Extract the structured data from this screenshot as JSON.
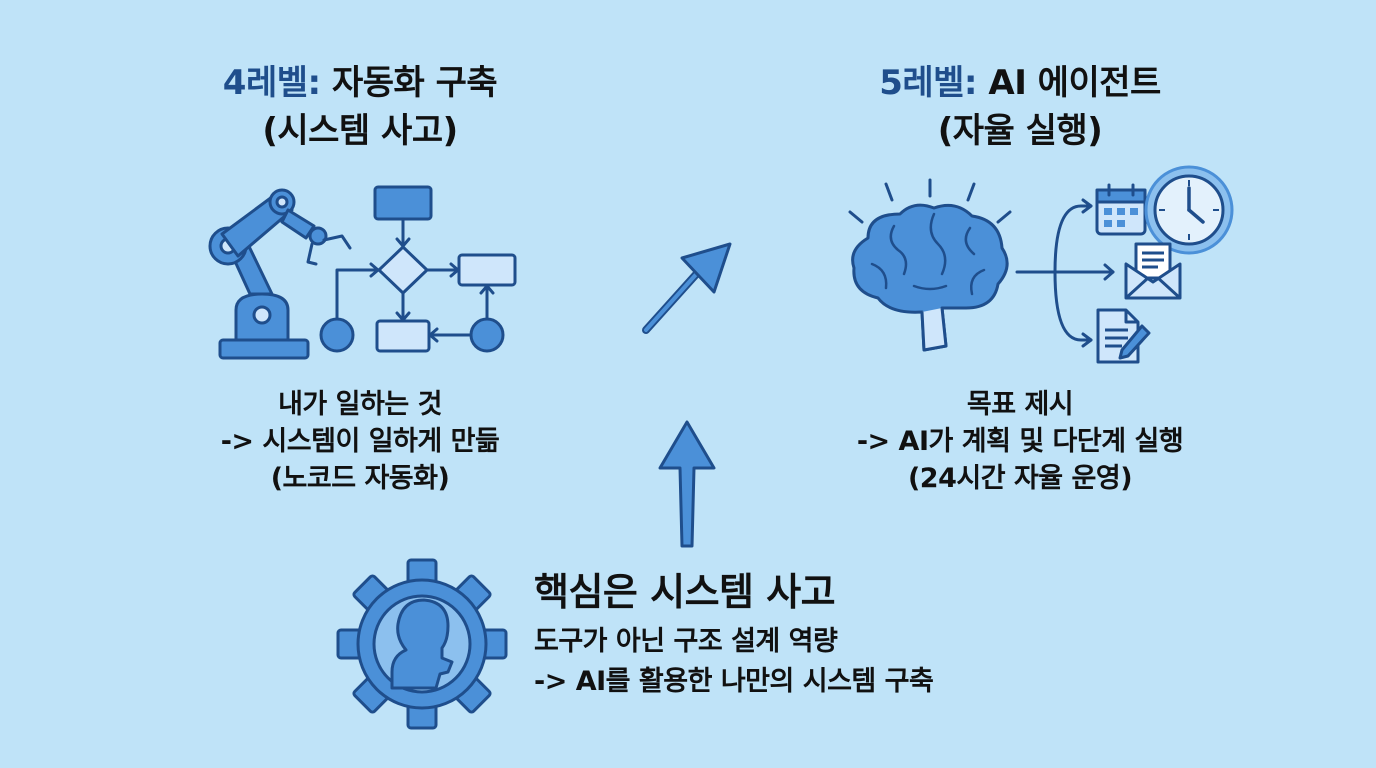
{
  "level4": {
    "title_level": "4레벨:",
    "title_rest": "자동화 구축",
    "subtitle": "(시스템 사고)",
    "desc": [
      "내가 일하는 것",
      "-> 시스템이 일하게 만듦",
      "(노코드 자동화)"
    ]
  },
  "level5": {
    "title_level": "5레벨:",
    "title_rest": "AI 에이전트",
    "subtitle": "(자율 실행)",
    "desc": [
      "목표 제시",
      "-> AI가 계획 및 다단계 실행",
      "(24시간 자율 운영)"
    ]
  },
  "core": {
    "heading": "핵심은 시스템 사고",
    "lines": [
      "도구가 아닌 구조 설계 역량",
      "-> AI를 활용한 나만의 시스템 구축"
    ]
  },
  "colors": {
    "background": "#bfe3f8",
    "icon_fill": "#4b90d8",
    "icon_light": "#cfe6fb",
    "icon_stroke": "#1f4e8c",
    "title_accent": "#1f4e8c"
  },
  "icons": [
    "robot-arm",
    "flowchart",
    "diagonal-arrow",
    "up-arrow",
    "brain",
    "calendar",
    "clock",
    "mail",
    "document-pen",
    "gear-person"
  ]
}
